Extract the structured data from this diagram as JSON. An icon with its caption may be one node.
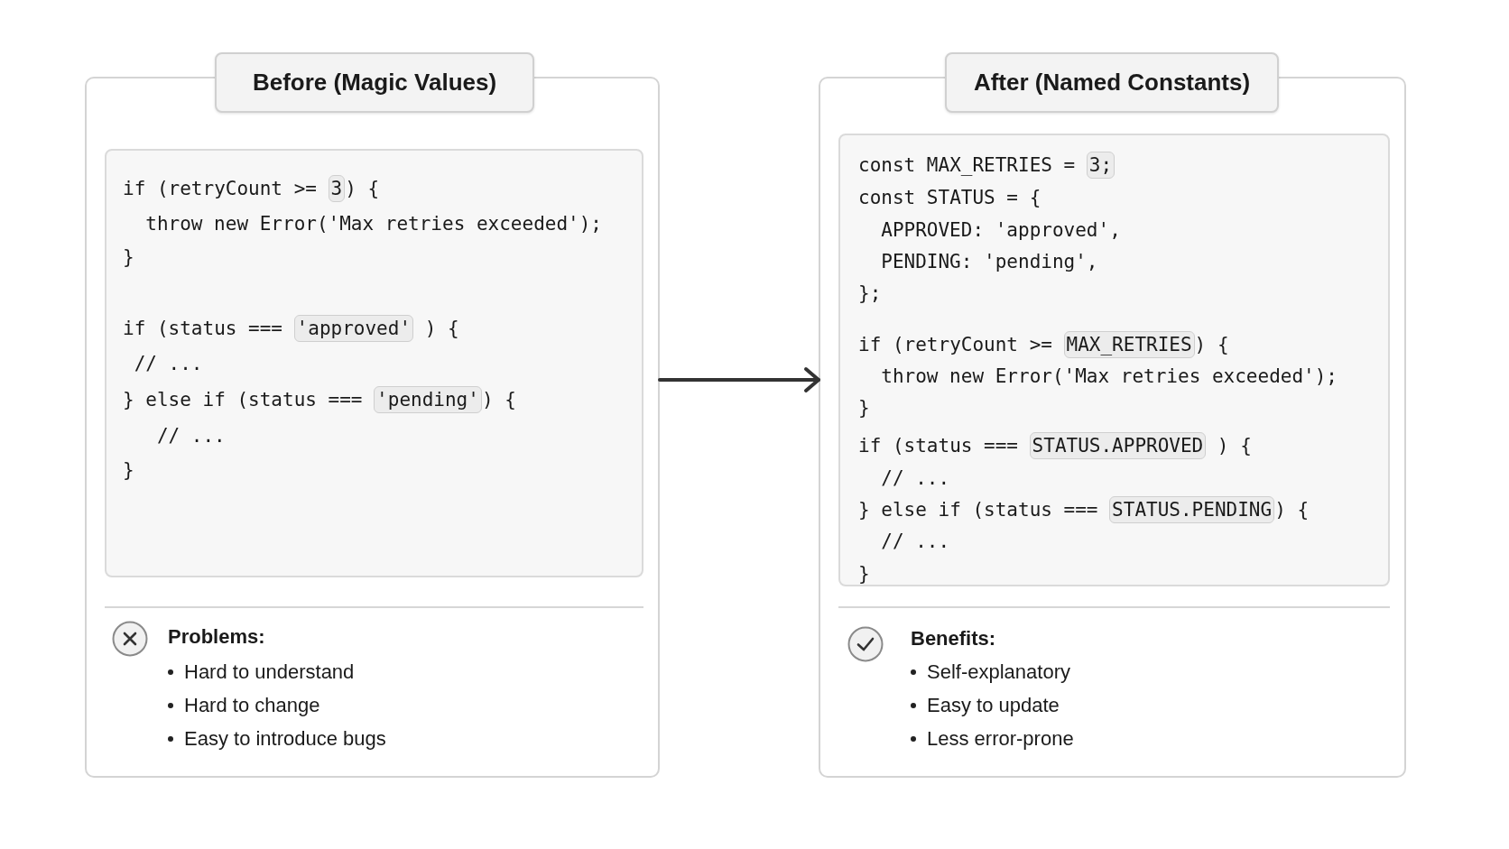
{
  "diagram": {
    "nodes": [
      {
        "text": [
          "Before (Magic Values)"
        ]
      },
      {
        "text": [
          "if (retryCount >=",
          ") {",
          "throw new Error('Max retries exceeded');",
          "}",
          "if (status ===",
          ") {",
          "// ...",
          "} else if (status ===",
          ") {",
          "// ...",
          "}"
        ],
        "in": 0
      },
      {
        "text": [
          "3"
        ],
        "in": 1
      },
      {
        "text": [
          "'approved'"
        ],
        "in": 1
      },
      {
        "text": [
          "'pending'"
        ],
        "in": 1
      },
      {
        "text": [
          "After (Named Constants)"
        ]
      },
      {
        "text": [
          "const MAX_RETRIES =",
          "const STATUS = {",
          "APPROVED: 'approved',",
          "PENDING: 'pending',",
          "};",
          "if (retryCount >=",
          ") {",
          "throw new Error('Max retries exceeded');",
          "}",
          "if (status ===",
          ") {",
          "// ...",
          "} else if (status ===",
          ") {",
          "// ...",
          "}"
        ],
        "in": 5
      },
      {
        "text": [
          "3;"
        ],
        "in": 6
      },
      {
        "text": [
          "MAX_RETRIES"
        ],
        "in": 6
      },
      {
        "text": [
          "STATUS.APPROVED"
        ],
        "in": 6
      },
      {
        "text": [
          "STATUS.PENDING"
        ],
        "in": 6
      }
    ],
    "edges": [
      {
        "from": 0,
        "to": 5,
        "arrow": "to"
      }
    ],
    "labels": [
      "Problems:",
      "Hard to understand",
      "Hard to change",
      "Easy to introduce bugs",
      "Benefits:",
      "Self-explanatory",
      "Easy to update",
      "Less error-prone"
    ]
  }
}
